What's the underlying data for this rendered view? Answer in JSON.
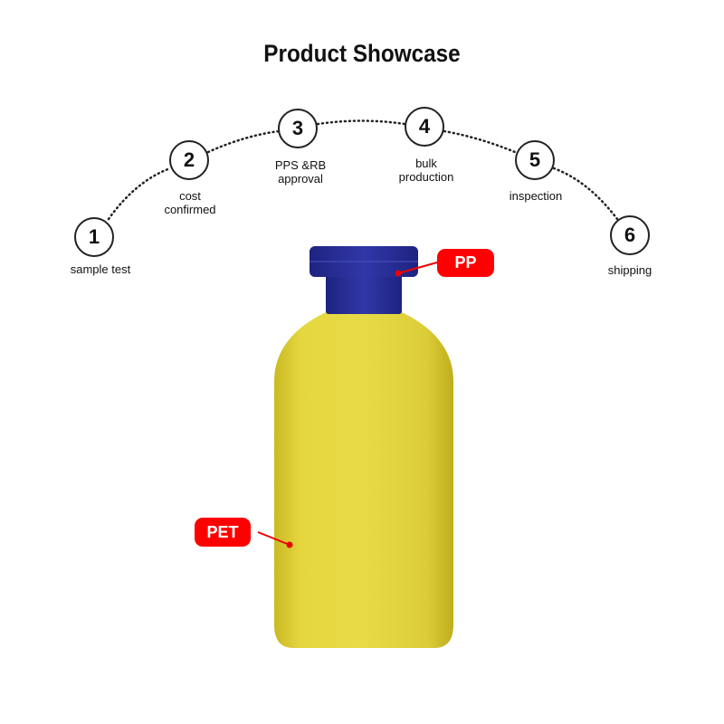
{
  "title": "Product Showcase",
  "steps": [
    {
      "num": "1",
      "label": "sample test"
    },
    {
      "num": "2",
      "label_line1": "cost",
      "label_line2": "confirmed"
    },
    {
      "num": "3",
      "label_line1": "PPS &RB",
      "label_line2": "approval"
    },
    {
      "num": "4",
      "label_line1": "bulk",
      "label_line2": "production"
    },
    {
      "num": "5",
      "label": "inspection"
    },
    {
      "num": "6",
      "label": "shipping"
    }
  ],
  "badges": {
    "cap": "PP",
    "body": "PET"
  },
  "colors": {
    "badge": "#ff0000",
    "cap": "#2a2f9a",
    "bottle": "#e3d43a"
  }
}
